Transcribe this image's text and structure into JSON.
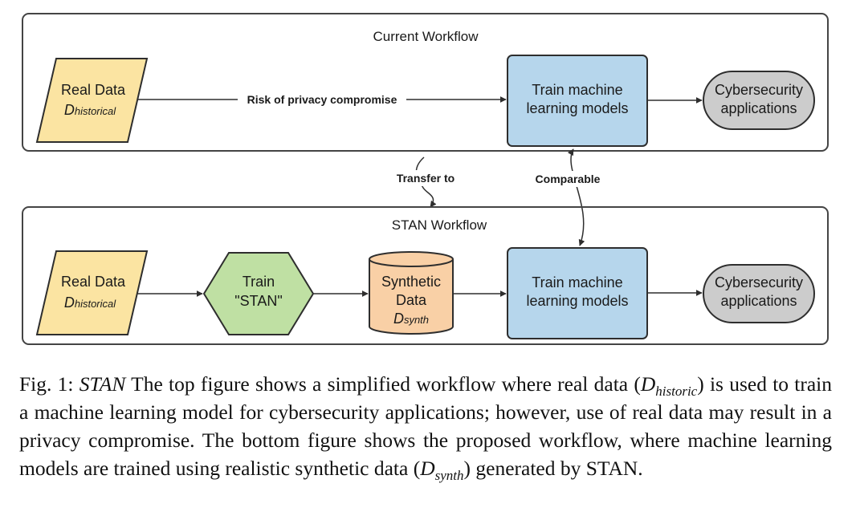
{
  "colors": {
    "data_fill": "#fbe4a2",
    "train_fill": "#b6d6ec",
    "stan_fill": "#bfe0a3",
    "synth_fill": "#f9d0a6",
    "app_fill": "#cccccc",
    "stroke": "#2e2e2e"
  },
  "top_workflow": {
    "title": "Current Workflow",
    "real_data": {
      "line1": "Real Data",
      "symbol": "D",
      "subscript": "historical"
    },
    "edge_label": "Risk of privacy compromise",
    "train": {
      "line1": "Train machine",
      "line2": "learning models"
    },
    "app": {
      "line1": "Cybersecurity",
      "line2": "applications"
    }
  },
  "between": {
    "transfer_label": "Transfer to",
    "comparable_label": "Comparable"
  },
  "bottom_workflow": {
    "title": "STAN Workflow",
    "real_data": {
      "line1": "Real Data",
      "symbol": "D",
      "subscript": "historical"
    },
    "stan": {
      "line1": "Train",
      "line2": "\"STAN\""
    },
    "synth": {
      "line1": "Synthetic",
      "line2": "Data",
      "symbol": "D",
      "subscript": "synth"
    },
    "train": {
      "line1": "Train machine",
      "line2": "learning models"
    },
    "app": {
      "line1": "Cybersecurity",
      "line2": "applications"
    }
  },
  "caption": {
    "label": "Fig. 1:",
    "name": "STAN",
    "part1": " The top figure shows a simplified workflow where real data (",
    "sym_historic": "D",
    "sub_historic": "historic",
    "part2": ") is used to train a machine learning model for cybersecurity applications; however, use of real data may result in a privacy compromise. The bottom figure shows the proposed workflow, where machine learning models are trained using realistic synthetic data (",
    "sym_synth": "D",
    "sub_synth": "synth",
    "part3": ") generated by STAN."
  }
}
